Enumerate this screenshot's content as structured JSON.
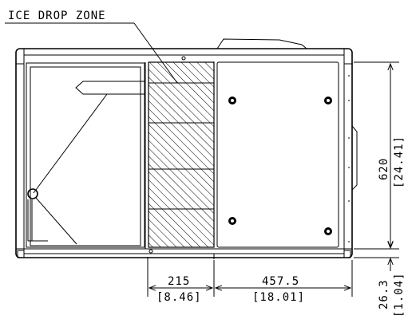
{
  "callout": {
    "label": "ICE DROP ZONE"
  },
  "dimensions": {
    "width_left": {
      "mm": "215",
      "in": "[8.46]"
    },
    "width_right": {
      "mm": "457.5",
      "in": "[18.01]"
    },
    "height_main": {
      "mm": "620",
      "in": "[24.41]"
    },
    "height_base": {
      "mm": "26.3",
      "in": "[1.04]"
    }
  },
  "icons": [
    "mounting-hole-icon",
    "dimension-arrow-icon"
  ]
}
